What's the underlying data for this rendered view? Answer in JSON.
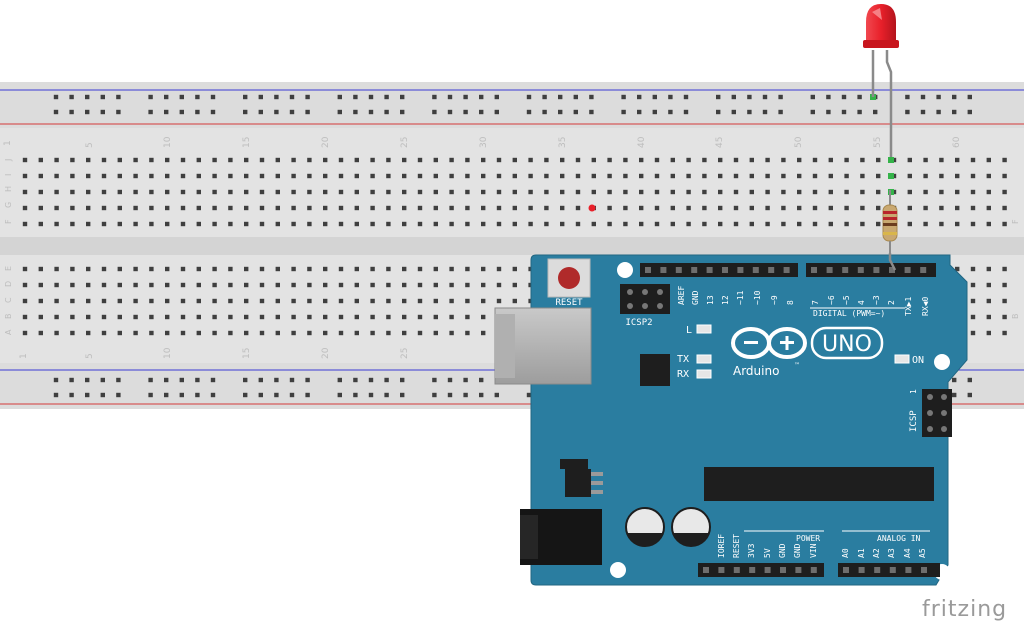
{
  "breadboard": {
    "column_numbers": [
      "1",
      "5",
      "10",
      "15",
      "20",
      "25",
      "30",
      "35",
      "40",
      "45",
      "50",
      "55",
      "60"
    ],
    "top_row_letters": [
      "J",
      "I",
      "H",
      "G",
      "F"
    ],
    "bottom_row_letters": [
      "E",
      "D",
      "C",
      "B",
      "A"
    ]
  },
  "arduino": {
    "reset_label": "RESET",
    "icsp2_label": "ICSP2",
    "logo_text": "Arduino",
    "tm_mark": "™",
    "uno_label": "UNO",
    "on_label": "ON",
    "led_l": "L",
    "led_tx": "TX",
    "led_rx": "RX",
    "icsp_label": "ICSP",
    "icsp_pin1": "1",
    "digital_label": "DIGITAL (PWM=~)",
    "digital_pins_left": [
      "AREF",
      "GND",
      "13",
      "12",
      "~11",
      "~10",
      "~9",
      "8"
    ],
    "digital_pins_right": [
      "7",
      "~6",
      "~5",
      "4",
      "~3",
      "2",
      "TX▶1",
      "RX◀0"
    ],
    "power_label": "POWER",
    "power_pins": [
      "IOREF",
      "RESET",
      "3V3",
      "5V",
      "GND",
      "GND",
      "VIN"
    ],
    "analog_label": "ANALOG IN",
    "analog_pins": [
      "A0",
      "A1",
      "A2",
      "A3",
      "A4",
      "A5"
    ]
  },
  "watermark": "fritzing",
  "colors": {
    "board": "#2a7da0",
    "led": "#e8202a",
    "breadboard": "#e3e3e3",
    "rail_red": "#d33a3a",
    "rail_blue": "#3a3ad3",
    "hole": "#3f3f3f",
    "green_hole": "#35b34a"
  }
}
